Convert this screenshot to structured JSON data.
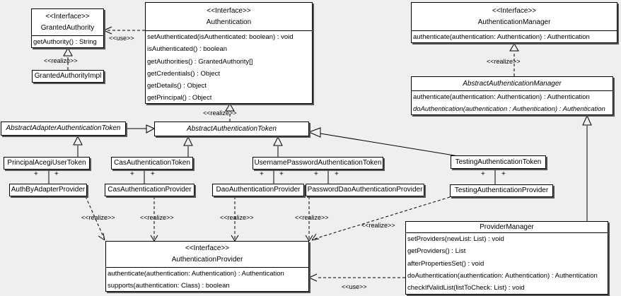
{
  "diagram": {
    "type": "uml-class-diagram",
    "background_color": "#efefef",
    "box_fill_color": "#ffffff",
    "box_border_color": "#000000",
    "box_shadow_color": "#555555"
  },
  "classes": {
    "granted_authority": {
      "stereotype": "<<Interface>>",
      "name": "GrantedAuthority",
      "methods": [
        "getAuthority() : String"
      ]
    },
    "granted_authority_impl": {
      "name": "GrantedAuthorityImpl"
    },
    "authentication": {
      "stereotype": "<<Interface>>",
      "name": "Authentication",
      "methods": [
        "setAuthenticated(isAuthenticated: boolean) : void",
        "isAuthenticated() : boolean",
        "getAuthorities() : GrantedAuthority[]",
        "getCredentials() : Object",
        "getDetails() : Object",
        "getPrincipal() : Object"
      ]
    },
    "authentication_manager": {
      "stereotype": "<<Interface>>",
      "name": "AuthenticationManager",
      "methods": [
        "authenticate(authentication: Authentication) : Authentication"
      ]
    },
    "abstract_authentication_manager": {
      "name": "AbstractAuthenticationManager",
      "abstract": true,
      "methods": [
        "authenticate(authentication: Authentication) : Authentication",
        "doAuthentication(authentication : Authentication) : Authentication"
      ]
    },
    "abstract_adapter_authentication_token": {
      "name": "AbstractAdapterAuthenticationToken",
      "abstract": true
    },
    "abstract_authentication_token": {
      "name": "AbstractAuthenticationToken",
      "abstract": true
    },
    "principal_acegi_user_token": {
      "name": "PrincipalAcegiUserToken"
    },
    "cas_authentication_token": {
      "name": "CasAuthenticationToken"
    },
    "username_password_authentication_token": {
      "name": "UsernamePasswordAuthenticationToken"
    },
    "testing_authentication_token": {
      "name": "TestingAuthenticationToken"
    },
    "auth_by_adapter_provider": {
      "name": "AuthByAdapterProvider"
    },
    "cas_authentication_provider": {
      "name": "CasAuthenticationProvider"
    },
    "dao_authentication_provider": {
      "name": "DaoAuthenticationProvider"
    },
    "password_dao_authentication_provider": {
      "name": "PasswordDaoAuthenticationProvider"
    },
    "testing_authentication_provider": {
      "name": "TestingAuthenticationProvider"
    },
    "authentication_provider": {
      "stereotype": "<<Interface>>",
      "name": "AuthenticationProvider",
      "methods": [
        "authenticate(authentication: Authentication) : Authentication",
        "supports(authentication: Class) : boolean"
      ]
    },
    "provider_manager": {
      "name": "ProviderManager",
      "methods": [
        "setProviders(newList: List) : void",
        "getProviders() : List",
        "afterPropertiesSet() : void",
        "doAuthentication(authentication: Authentication) : Authentication",
        "checkIfValidList(listToCheck: List) : void"
      ]
    }
  },
  "labels": {
    "use": "<<use>>",
    "realize": "<<realize>>",
    "plus": "+"
  },
  "relations": [
    {
      "type": "realize",
      "from": "GrantedAuthorityImpl",
      "to": "GrantedAuthority",
      "label": "<<realize>>"
    },
    {
      "type": "use",
      "from": "Authentication",
      "to": "GrantedAuthority",
      "label": "<<use>>"
    },
    {
      "type": "realize",
      "from": "AbstractAuthenticationToken",
      "to": "Authentication",
      "label": "<<realize>>"
    },
    {
      "type": "realize",
      "from": "AbstractAuthenticationManager",
      "to": "AuthenticationManager",
      "label": "<<realize>>"
    },
    {
      "type": "generalization",
      "from": "AbstractAdapterAuthenticationToken",
      "to": "AbstractAuthenticationToken"
    },
    {
      "type": "generalization",
      "from": "PrincipalAcegiUserToken",
      "to": "AbstractAdapterAuthenticationToken"
    },
    {
      "type": "generalization",
      "from": "CasAuthenticationToken",
      "to": "AbstractAuthenticationToken"
    },
    {
      "type": "generalization",
      "from": "UsernamePasswordAuthenticationToken",
      "to": "AbstractAuthenticationToken"
    },
    {
      "type": "generalization",
      "from": "TestingAuthenticationToken",
      "to": "AbstractAuthenticationToken"
    },
    {
      "type": "generalization",
      "from": "ProviderManager",
      "to": "AbstractAuthenticationManager"
    },
    {
      "type": "association",
      "from": "PrincipalAcegiUserToken",
      "to": "AuthByAdapterProvider",
      "end_labels": [
        "+",
        "+"
      ]
    },
    {
      "type": "association",
      "from": "CasAuthenticationToken",
      "to": "CasAuthenticationProvider",
      "end_labels": [
        "+",
        "+"
      ]
    },
    {
      "type": "association",
      "from": "UsernamePasswordAuthenticationToken",
      "to": "DaoAuthenticationProvider",
      "end_labels": [
        "+",
        "+"
      ]
    },
    {
      "type": "association",
      "from": "UsernamePasswordAuthenticationToken",
      "to": "PasswordDaoAuthenticationProvider",
      "end_labels": [
        "+",
        "+"
      ]
    },
    {
      "type": "association",
      "from": "TestingAuthenticationToken",
      "to": "TestingAuthenticationProvider",
      "end_labels": [
        "+",
        "+"
      ]
    },
    {
      "type": "realize",
      "from": "AuthByAdapterProvider",
      "to": "AuthenticationProvider",
      "label": "<<realize>>"
    },
    {
      "type": "realize",
      "from": "CasAuthenticationProvider",
      "to": "AuthenticationProvider",
      "label": "<<realize>>"
    },
    {
      "type": "realize",
      "from": "DaoAuthenticationProvider",
      "to": "AuthenticationProvider",
      "label": "<<realize>>"
    },
    {
      "type": "realize",
      "from": "PasswordDaoAuthenticationProvider",
      "to": "AuthenticationProvider",
      "label": "<<realize>>"
    },
    {
      "type": "realize",
      "from": "TestingAuthenticationProvider",
      "to": "AuthenticationProvider",
      "label": "<<realize>>"
    },
    {
      "type": "use",
      "from": "ProviderManager",
      "to": "AuthenticationProvider",
      "label": "<<use>>"
    }
  ]
}
